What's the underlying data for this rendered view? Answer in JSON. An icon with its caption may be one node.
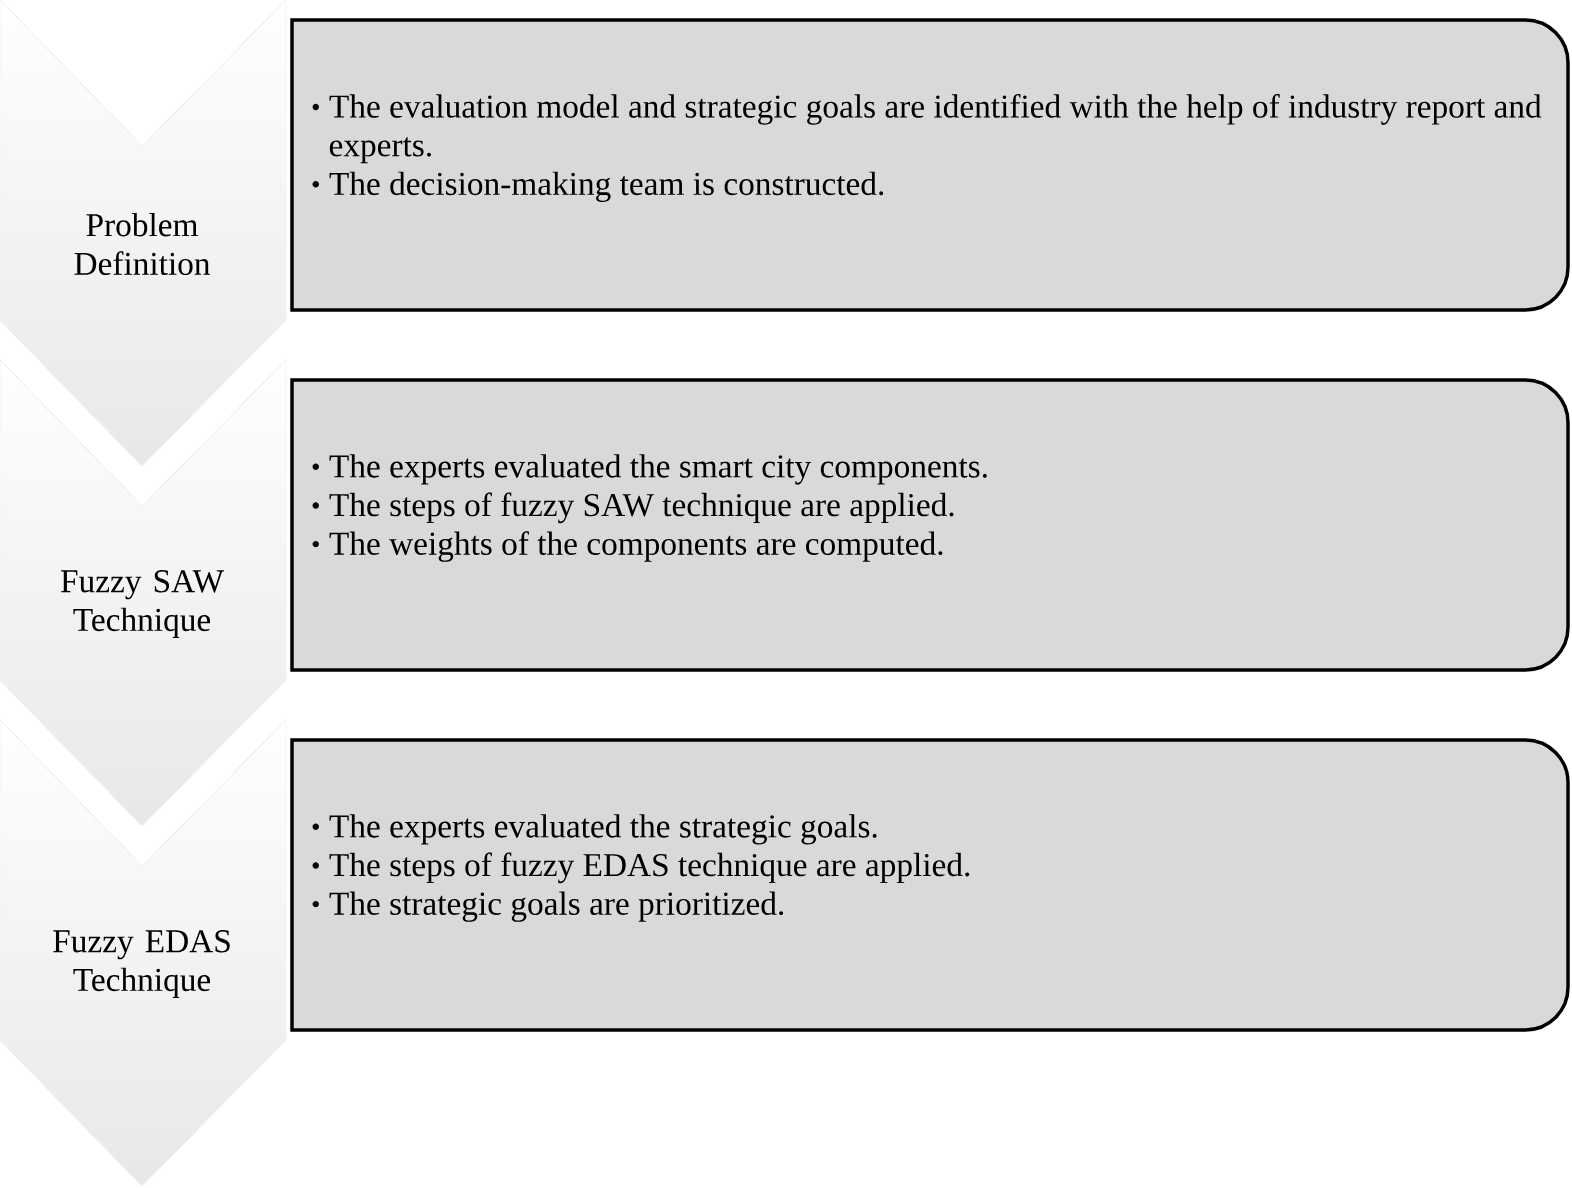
{
  "diagram": {
    "nodes": [
      {
        "text": [
          "Problem Definition"
        ]
      },
      {
        "text": [
          "The evaluation model and strategic goals are identified with the help of industry report and experts.",
          "The decision-making team is constructed."
        ]
      },
      {
        "text": [
          "Fuzzy SAW Technique"
        ]
      },
      {
        "text": [
          "The experts evaluated the smart city components.",
          "The steps of fuzzy SAW technique are applied.",
          "The weights of the components are computed."
        ]
      },
      {
        "text": [
          "Fuzzy EDAS Technique"
        ]
      },
      {
        "text": [
          "The experts evaluated the strategic goals.",
          "The steps of fuzzy EDAS technique are applied.",
          "The strategic goals are prioritized."
        ]
      }
    ]
  }
}
